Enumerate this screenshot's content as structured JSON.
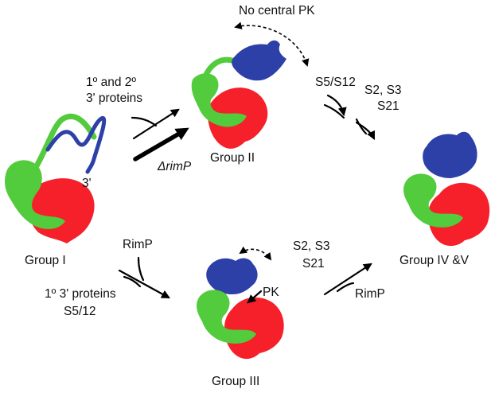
{
  "labels": {
    "no_central_pk": "No central PK",
    "primary_secondary_1": "1º and 2º",
    "primary_secondary_2": "3' proteins",
    "delta_rimp": "ΔrimP",
    "group_i": "Group I",
    "group_ii": "Group II",
    "group_iii": "Group III",
    "group_iv_v": "Group IV &V",
    "three_prime": "3'",
    "s5_s12": "S5/S12",
    "s2_s3_top": "S2, S3",
    "s21_top": "S21",
    "rimp_left": "RimP",
    "primary_1": "1º 3' proteins",
    "primary_2": "S5/12",
    "s2_s3_bottom": "S2, S3",
    "s21_bottom": "S21",
    "rimp_right": "RimP",
    "pk": "PK"
  },
  "colors": {
    "red": "#f5202a",
    "green": "#52cb3c",
    "blue": "#2d40a8"
  }
}
